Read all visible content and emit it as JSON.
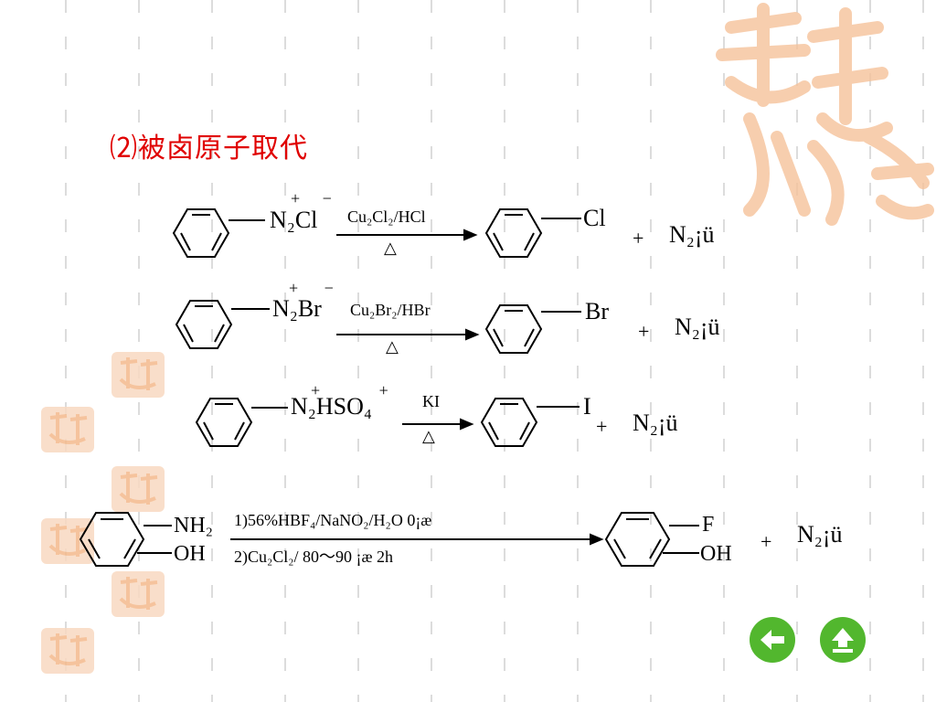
{
  "title": "⑵被卤原子取代",
  "colors": {
    "title": "#e00000",
    "nav": "#52b72e",
    "seal": "#f4b98c"
  },
  "reactions": [
    {
      "reactant": "N₂Cl",
      "reactant_charges": "+ −",
      "reagent": "Cu₂Cl₂/HCl",
      "condition": "△",
      "product": "Cl",
      "plus": "+",
      "byproduct": "N₂¡ü"
    },
    {
      "reactant": "N₂Br",
      "reactant_charges": "+ −",
      "reagent": "Cu₂Br₂/HBr",
      "condition": "△",
      "product": "Br",
      "plus": "+",
      "byproduct": "N₂¡ü"
    },
    {
      "reactant": "N₂HSO₄",
      "reactant_charges": "+ +",
      "reagent": "KI",
      "condition": "△",
      "product": "I",
      "plus": "+",
      "byproduct": "N₂¡ü"
    },
    {
      "reactant_top": "NH₂",
      "reactant_bottom": "OH",
      "reagent_line1": "1)56%HBF₄/NaNO₂/H₂O  0¡æ",
      "reagent_line2": "2)Cu₂Cl₂/ 80～90 ¡æ  2h",
      "product_top": "F",
      "product_bottom": "OH",
      "plus": "+",
      "byproduct": "N₂¡ü"
    }
  ],
  "nav": {
    "back_icon": "arrow-left-icon",
    "home_icon": "arrow-up-icon"
  }
}
